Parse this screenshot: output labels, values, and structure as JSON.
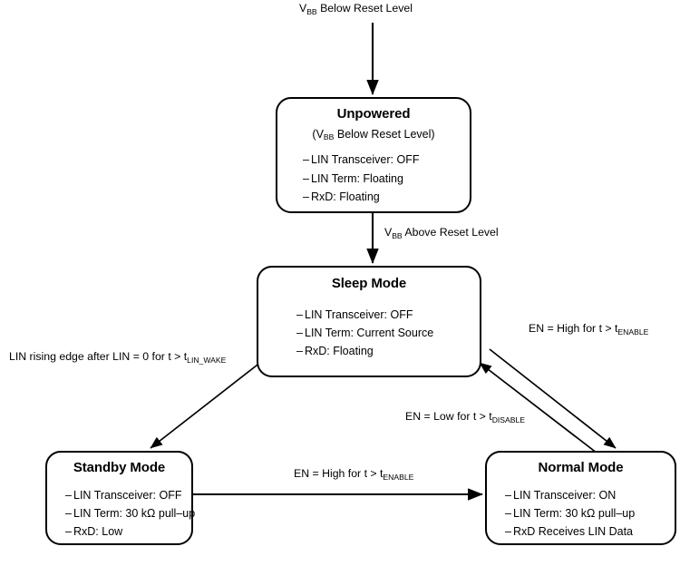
{
  "diagram": {
    "title": "LIN Transceiver Mode State Diagram",
    "type": "state-diagram",
    "stroke_color": "#000000",
    "background_color": "#ffffff"
  },
  "nodes": {
    "unpowered": {
      "title": "Unpowered",
      "subtitle": "(VBB Below Reset Level)",
      "subtitle_parts": {
        "pre": "(V",
        "sub": "BB",
        "post": " Below Reset Level)"
      },
      "bullets": [
        "LIN Transceiver: OFF",
        "LIN Term: Floating",
        "RxD: Floating"
      ]
    },
    "sleep": {
      "title": "Sleep Mode",
      "bullets": [
        "LIN Transceiver: OFF",
        "LIN Term: Current Source",
        "RxD: Floating"
      ]
    },
    "standby": {
      "title": "Standby Mode",
      "bullets": [
        "LIN Transceiver: OFF",
        "LIN Term: 30 kΩ pull–up",
        "RxD: Low"
      ]
    },
    "normal": {
      "title": "Normal Mode",
      "bullets": [
        "LIN Transceiver: ON",
        "LIN Term: 30 kΩ pull–up",
        "RxD Receives LIN Data"
      ]
    }
  },
  "edges": {
    "vbb_below": {
      "pre": "V",
      "sub": "BB",
      "post": " Below Reset Level",
      "from": "entry",
      "to": "unpowered"
    },
    "vbb_above": {
      "pre": "V",
      "sub": "BB",
      "post": " Above Reset Level",
      "from": "unpowered",
      "to": "sleep"
    },
    "lin_wake": {
      "pre": "LIN rising edge after LIN = 0 for t > t",
      "sub": "LIN_WAKE",
      "post": "",
      "from": "sleep",
      "to": "standby"
    },
    "en_high_up": {
      "pre": "EN = High for t > t",
      "sub": "ENABLE",
      "post": "",
      "from": "normal",
      "to": "sleep"
    },
    "en_low_down": {
      "pre": "EN = Low for t > t",
      "sub": "DISABLE",
      "post": "",
      "from": "sleep",
      "to": "normal"
    },
    "en_high_across": {
      "pre": "EN = High for t > t",
      "sub": "ENABLE",
      "post": "",
      "from": "standby",
      "to": "normal"
    }
  }
}
